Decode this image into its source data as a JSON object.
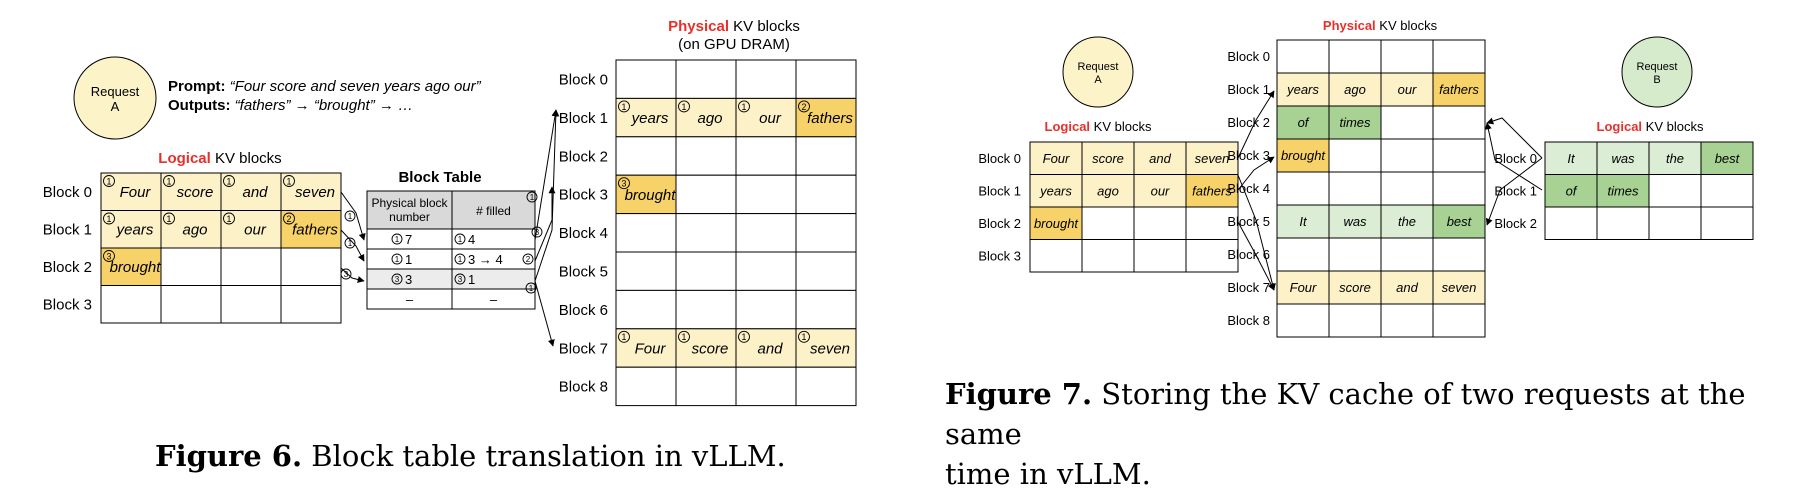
{
  "fig6": {
    "request": {
      "line1": "Request",
      "line2": "A"
    },
    "prompt_label": "Prompt:",
    "prompt_text": "“Four score and seven years ago our”",
    "outputs_label": "Outputs:",
    "outputs_text": "“fathers” → “brought” → …",
    "logical_title_red": "Logical",
    "logical_title_rest": " KV blocks",
    "physical_title_red": "Physical",
    "physical_title_rest": " KV blocks",
    "physical_subtitle": "(on GPU DRAM)",
    "logical_rows": [
      {
        "label": "Block 0",
        "cells": [
          {
            "t": "Four",
            "c": "light",
            "n": "1"
          },
          {
            "t": "score",
            "c": "light",
            "n": "1"
          },
          {
            "t": "and",
            "c": "light",
            "n": "1"
          },
          {
            "t": "seven",
            "c": "light",
            "n": "1"
          }
        ]
      },
      {
        "label": "Block 1",
        "cells": [
          {
            "t": "years",
            "c": "light",
            "n": "1"
          },
          {
            "t": "ago",
            "c": "light",
            "n": "1"
          },
          {
            "t": "our",
            "c": "light",
            "n": "1"
          },
          {
            "t": "fathers",
            "c": "dark",
            "n": "2"
          }
        ]
      },
      {
        "label": "Block 2",
        "cells": [
          {
            "t": "brought",
            "c": "dark",
            "n": "3"
          },
          {
            "t": "",
            "c": "white",
            "n": ""
          },
          {
            "t": "",
            "c": "white",
            "n": ""
          },
          {
            "t": "",
            "c": "white",
            "n": ""
          }
        ]
      },
      {
        "label": "Block 3",
        "cells": [
          {
            "t": "",
            "c": "white",
            "n": ""
          },
          {
            "t": "",
            "c": "white",
            "n": ""
          },
          {
            "t": "",
            "c": "white",
            "n": ""
          },
          {
            "t": "",
            "c": "white",
            "n": ""
          }
        ]
      }
    ],
    "block_table": {
      "title": "Block Table",
      "headers": [
        "Physical block number",
        "# filled"
      ],
      "rows": [
        {
          "pbn_mark": "1",
          "pbn": "7",
          "fill_mark": "1",
          "fill": "4",
          "fill_extra": ""
        },
        {
          "pbn_mark": "1",
          "pbn": "1",
          "fill_mark": "1",
          "fill": "3 → 4",
          "fill_extra": "2"
        },
        {
          "pbn_mark": "3",
          "pbn": "3",
          "fill_mark": "3",
          "fill": "1",
          "fill_extra": ""
        },
        {
          "pbn_mark": "",
          "pbn": "–",
          "fill_mark": "",
          "fill": "–",
          "fill_extra": ""
        }
      ]
    },
    "physical_rows": [
      {
        "label": "Block 0",
        "cells": [
          {
            "t": "",
            "c": "white",
            "n": ""
          },
          {
            "t": "",
            "c": "white",
            "n": ""
          },
          {
            "t": "",
            "c": "white",
            "n": ""
          },
          {
            "t": "",
            "c": "white",
            "n": ""
          }
        ]
      },
      {
        "label": "Block 1",
        "cells": [
          {
            "t": "years",
            "c": "light",
            "n": "1"
          },
          {
            "t": "ago",
            "c": "light",
            "n": "1"
          },
          {
            "t": "our",
            "c": "light",
            "n": "1"
          },
          {
            "t": "fathers",
            "c": "dark",
            "n": "2"
          }
        ]
      },
      {
        "label": "Block 2",
        "cells": [
          {
            "t": "",
            "c": "white",
            "n": ""
          },
          {
            "t": "",
            "c": "white",
            "n": ""
          },
          {
            "t": "",
            "c": "white",
            "n": ""
          },
          {
            "t": "",
            "c": "white",
            "n": ""
          }
        ]
      },
      {
        "label": "Block 3",
        "cells": [
          {
            "t": "brought",
            "c": "dark",
            "n": "3"
          },
          {
            "t": "",
            "c": "white",
            "n": ""
          },
          {
            "t": "",
            "c": "white",
            "n": ""
          },
          {
            "t": "",
            "c": "white",
            "n": ""
          }
        ]
      },
      {
        "label": "Block 4",
        "cells": [
          {
            "t": "",
            "c": "white",
            "n": ""
          },
          {
            "t": "",
            "c": "white",
            "n": ""
          },
          {
            "t": "",
            "c": "white",
            "n": ""
          },
          {
            "t": "",
            "c": "white",
            "n": ""
          }
        ]
      },
      {
        "label": "Block 5",
        "cells": [
          {
            "t": "",
            "c": "white",
            "n": ""
          },
          {
            "t": "",
            "c": "white",
            "n": ""
          },
          {
            "t": "",
            "c": "white",
            "n": ""
          },
          {
            "t": "",
            "c": "white",
            "n": ""
          }
        ]
      },
      {
        "label": "Block 6",
        "cells": [
          {
            "t": "",
            "c": "white",
            "n": ""
          },
          {
            "t": "",
            "c": "white",
            "n": ""
          },
          {
            "t": "",
            "c": "white",
            "n": ""
          },
          {
            "t": "",
            "c": "white",
            "n": ""
          }
        ]
      },
      {
        "label": "Block 7",
        "cells": [
          {
            "t": "Four",
            "c": "light",
            "n": "1"
          },
          {
            "t": "score",
            "c": "light",
            "n": "1"
          },
          {
            "t": "and",
            "c": "light",
            "n": "1"
          },
          {
            "t": "seven",
            "c": "light",
            "n": "1"
          }
        ]
      },
      {
        "label": "Block 8",
        "cells": [
          {
            "t": "",
            "c": "white",
            "n": ""
          },
          {
            "t": "",
            "c": "white",
            "n": ""
          },
          {
            "t": "",
            "c": "white",
            "n": ""
          },
          {
            "t": "",
            "c": "white",
            "n": ""
          }
        ]
      }
    ],
    "caption_bold": "Figure 6.",
    "caption_text": " Block table translation in vLLM."
  },
  "fig7": {
    "requestA": {
      "line1": "Request",
      "line2": "A"
    },
    "requestB": {
      "line1": "Request",
      "line2": "B"
    },
    "logical_title_red": "Logical",
    "logical_title_rest": " KV blocks",
    "physical_title_red": "Physical",
    "physical_title_rest": " KV blocks",
    "logicalA_rows": [
      {
        "label": "Block 0",
        "cells": [
          {
            "t": "Four",
            "c": "light"
          },
          {
            "t": "score",
            "c": "light"
          },
          {
            "t": "and",
            "c": "light"
          },
          {
            "t": "seven",
            "c": "light"
          }
        ]
      },
      {
        "label": "Block 1",
        "cells": [
          {
            "t": "years",
            "c": "light"
          },
          {
            "t": "ago",
            "c": "light"
          },
          {
            "t": "our",
            "c": "light"
          },
          {
            "t": "fathers",
            "c": "dark"
          }
        ]
      },
      {
        "label": "Block 2",
        "cells": [
          {
            "t": "brought",
            "c": "dark"
          },
          {
            "t": "",
            "c": "white"
          },
          {
            "t": "",
            "c": "white"
          },
          {
            "t": "",
            "c": "white"
          }
        ]
      },
      {
        "label": "Block 3",
        "cells": [
          {
            "t": "",
            "c": "white"
          },
          {
            "t": "",
            "c": "white"
          },
          {
            "t": "",
            "c": "white"
          },
          {
            "t": "",
            "c": "white"
          }
        ]
      }
    ],
    "physical_rows": [
      {
        "label": "Block 0",
        "cells": [
          {
            "t": "",
            "c": "white"
          },
          {
            "t": "",
            "c": "white"
          },
          {
            "t": "",
            "c": "white"
          },
          {
            "t": "",
            "c": "white"
          }
        ]
      },
      {
        "label": "Block 1",
        "cells": [
          {
            "t": "years",
            "c": "light"
          },
          {
            "t": "ago",
            "c": "light"
          },
          {
            "t": "our",
            "c": "light"
          },
          {
            "t": "fathers",
            "c": "dark"
          }
        ]
      },
      {
        "label": "Block 2",
        "cells": [
          {
            "t": "of",
            "c": "gdark"
          },
          {
            "t": "times",
            "c": "gdark"
          },
          {
            "t": "",
            "c": "white"
          },
          {
            "t": "",
            "c": "white"
          }
        ]
      },
      {
        "label": "Block 3",
        "cells": [
          {
            "t": "brought",
            "c": "dark"
          },
          {
            "t": "",
            "c": "white"
          },
          {
            "t": "",
            "c": "white"
          },
          {
            "t": "",
            "c": "white"
          }
        ]
      },
      {
        "label": "Block 4",
        "cells": [
          {
            "t": "",
            "c": "white"
          },
          {
            "t": "",
            "c": "white"
          },
          {
            "t": "",
            "c": "white"
          },
          {
            "t": "",
            "c": "white"
          }
        ]
      },
      {
        "label": "Block 5",
        "cells": [
          {
            "t": "It",
            "c": "glight"
          },
          {
            "t": "was",
            "c": "glight"
          },
          {
            "t": "the",
            "c": "glight"
          },
          {
            "t": "best",
            "c": "gdark"
          }
        ]
      },
      {
        "label": "Block 6",
        "cells": [
          {
            "t": "",
            "c": "white"
          },
          {
            "t": "",
            "c": "white"
          },
          {
            "t": "",
            "c": "white"
          },
          {
            "t": "",
            "c": "white"
          }
        ]
      },
      {
        "label": "Block 7",
        "cells": [
          {
            "t": "Four",
            "c": "light"
          },
          {
            "t": "score",
            "c": "light"
          },
          {
            "t": "and",
            "c": "light"
          },
          {
            "t": "seven",
            "c": "light"
          }
        ]
      },
      {
        "label": "Block 8",
        "cells": [
          {
            "t": "",
            "c": "white"
          },
          {
            "t": "",
            "c": "white"
          },
          {
            "t": "",
            "c": "white"
          },
          {
            "t": "",
            "c": "white"
          }
        ]
      }
    ],
    "logicalB_rows": [
      {
        "label": "Block 0",
        "cells": [
          {
            "t": "It",
            "c": "glight"
          },
          {
            "t": "was",
            "c": "glight"
          },
          {
            "t": "the",
            "c": "glight"
          },
          {
            "t": "best",
            "c": "gdark"
          }
        ]
      },
      {
        "label": "Block 1",
        "cells": [
          {
            "t": "of",
            "c": "gdark"
          },
          {
            "t": "times",
            "c": "gdark"
          },
          {
            "t": "",
            "c": "white"
          },
          {
            "t": "",
            "c": "white"
          }
        ]
      },
      {
        "label": "Block 2",
        "cells": [
          {
            "t": "",
            "c": "white"
          },
          {
            "t": "",
            "c": "white"
          },
          {
            "t": "",
            "c": "white"
          },
          {
            "t": "",
            "c": "white"
          }
        ]
      }
    ],
    "caption_bold": "Figure 7.",
    "caption_line1": " Storing the KV cache of two requests at the same",
    "caption_line2": "time in vLLM."
  },
  "colors": {
    "light_yellow": "#fdf1c8",
    "dark_yellow": "#f7d269",
    "light_green": "#dbedd4",
    "dark_green": "#a8d294",
    "circle_yellow": "#fdf3c9",
    "circle_green": "#d6ebcc",
    "red": "#e8302b",
    "table_header": "#d9d9d9",
    "table_shade": "#ececec"
  }
}
